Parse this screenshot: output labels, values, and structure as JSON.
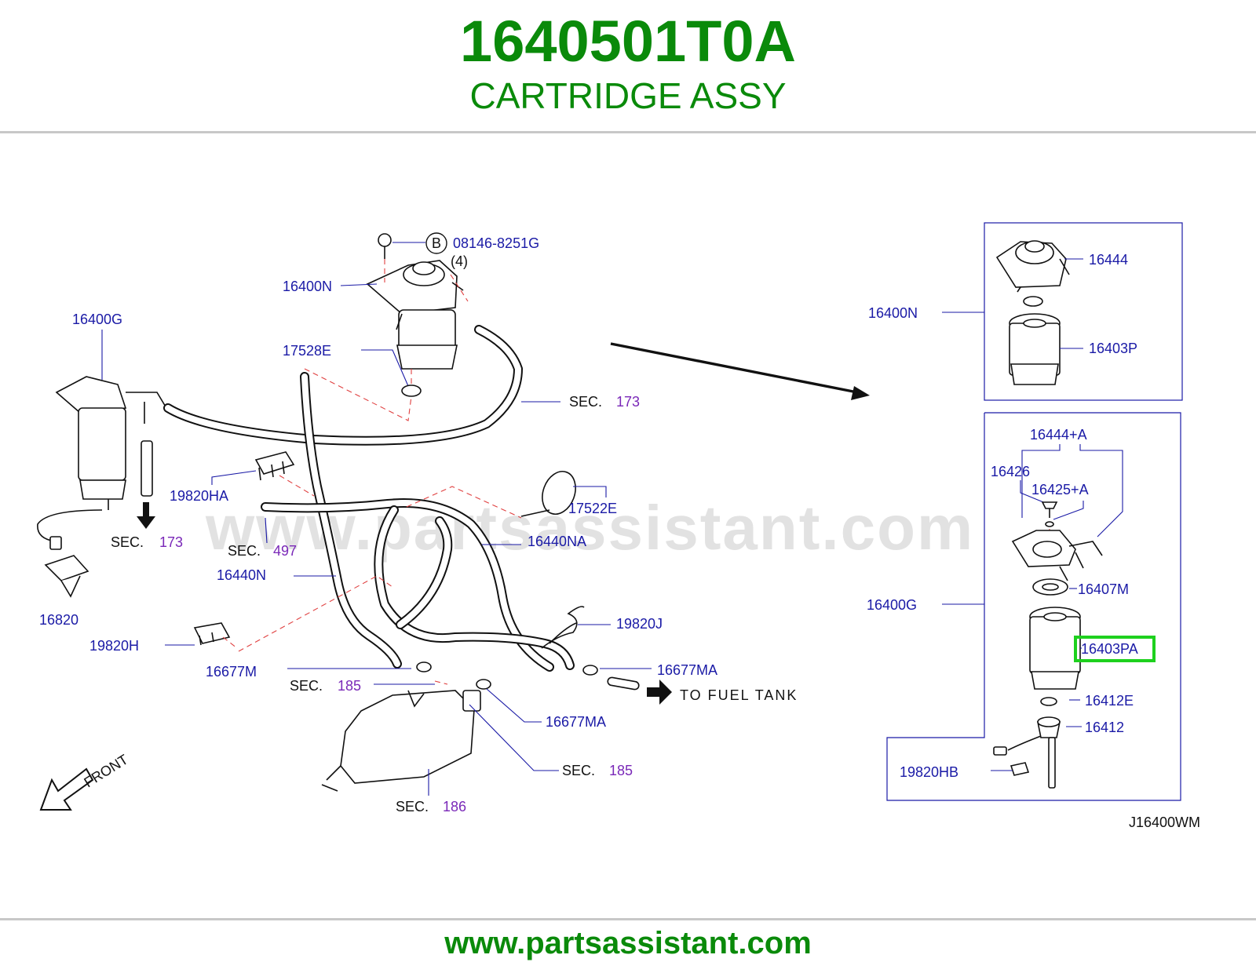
{
  "header": {
    "part_number": "1640501T0A",
    "part_name": "CARTRIDGE ASSY"
  },
  "footer": {
    "website": "www.partsassistant.com"
  },
  "watermark": "www.partsassistant.com",
  "colors": {
    "title_green": "#0a8a0a",
    "label_blue": "#1a1aa6",
    "section_purple": "#7a28b8",
    "leader_red_dashed": "#e04040",
    "highlight_green": "#1ed11e"
  },
  "diagram": {
    "code": "J16400WM",
    "labels": {
      "bolt": "08146-8251G",
      "bolt_circle": "B",
      "bolt_qty": "(4)",
      "l_16400N": "16400N",
      "l_16400G": "16400G",
      "l_17528E": "17528E",
      "l_19820HA": "19820HA",
      "l_16820": "16820",
      "l_19820H": "19820H",
      "l_16677M": "16677M",
      "l_16440N": "16440N",
      "l_16440NA": "16440NA",
      "l_17522E": "17522E",
      "l_19820J": "19820J",
      "l_16677MA_1": "16677MA",
      "l_16677MA_2": "16677MA",
      "to_fuel_tank": "TO FUEL TANK",
      "front": "FRONT"
    },
    "sections": [
      {
        "prefix": "SEC.",
        "number": "173"
      },
      {
        "prefix": "SEC.",
        "number": "173"
      },
      {
        "prefix": "SEC.",
        "number": "497"
      },
      {
        "prefix": "SEC.",
        "number": "185"
      },
      {
        "prefix": "SEC.",
        "number": "185"
      },
      {
        "prefix": "SEC.",
        "number": "186"
      }
    ],
    "inset_top": {
      "assy": "16400N",
      "items": [
        "16444",
        "16403P"
      ]
    },
    "inset_bottom": {
      "assy": "16400G",
      "items": [
        "16444+A",
        "16426",
        "16425+A",
        "16407M",
        "16403PA",
        "16412E",
        "16412",
        "19820HB"
      ],
      "highlighted": "16403PA"
    }
  }
}
